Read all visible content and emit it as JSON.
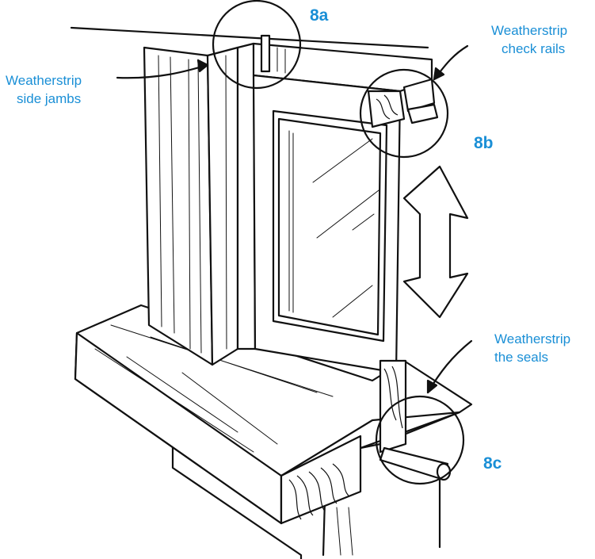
{
  "labels": {
    "side_jambs_line1": "Weatherstrip",
    "side_jambs_line2": "side jambs",
    "check_rails_line1": "Weatherstrip",
    "check_rails_line2": "check rails",
    "seals_line1": "Weatherstrip",
    "seals_line2": "the seals"
  },
  "callouts": {
    "a": "8a",
    "b": "8b",
    "c": "8c"
  },
  "colors": {
    "label": "#1a8fd6",
    "ink": "#111111"
  }
}
